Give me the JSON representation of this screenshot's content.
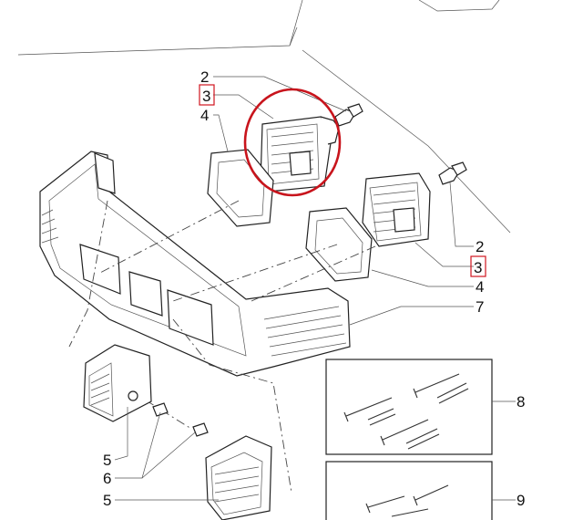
{
  "callouts": {
    "upper_2": "2",
    "upper_3": "3",
    "upper_4": "4",
    "right_2": "2",
    "right_3": "3",
    "right_4": "4",
    "bumper_7": "7",
    "kit_8": "8",
    "kit_9": "9",
    "lamp_5a": "5",
    "screw_6": "6",
    "lamp_5b": "5"
  },
  "colors": {
    "highlight": "#d0141e",
    "line": "#333333"
  }
}
